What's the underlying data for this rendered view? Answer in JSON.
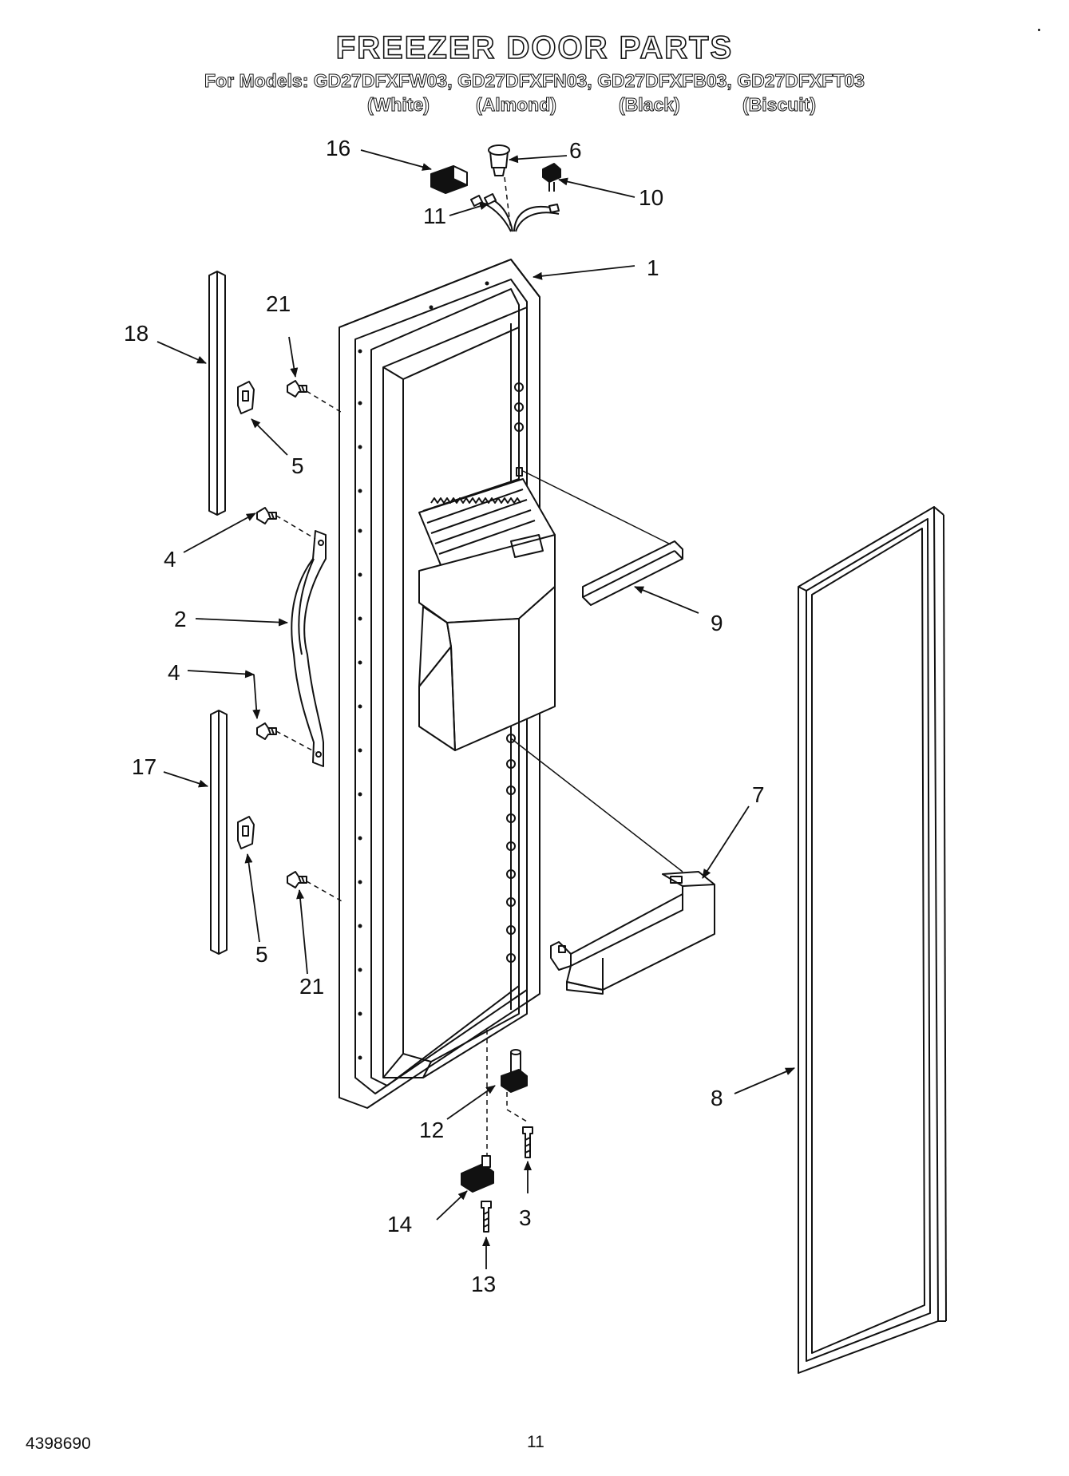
{
  "header": {
    "title": "FREEZER DOOR PARTS",
    "models": "For Models: GD27DFXFW03, GD27DFXFN03, GD27DFXFB03, GD27DFXFT03",
    "colors": [
      "(White)",
      "(Almond)",
      "(Black)",
      "(Biscuit)"
    ]
  },
  "callouts": {
    "c1": "1",
    "c2": "2",
    "c3": "3",
    "c4a": "4",
    "c4b": "4",
    "c5a": "5",
    "c5b": "5",
    "c6": "6",
    "c7": "7",
    "c8": "8",
    "c9": "9",
    "c10": "10",
    "c11": "11",
    "c12": "12",
    "c13": "13",
    "c14": "14",
    "c16": "16",
    "c17": "17",
    "c18": "18",
    "c21a": "21",
    "c21b": "21"
  },
  "footer": {
    "doc_number": "4398690",
    "page_number": "11"
  }
}
